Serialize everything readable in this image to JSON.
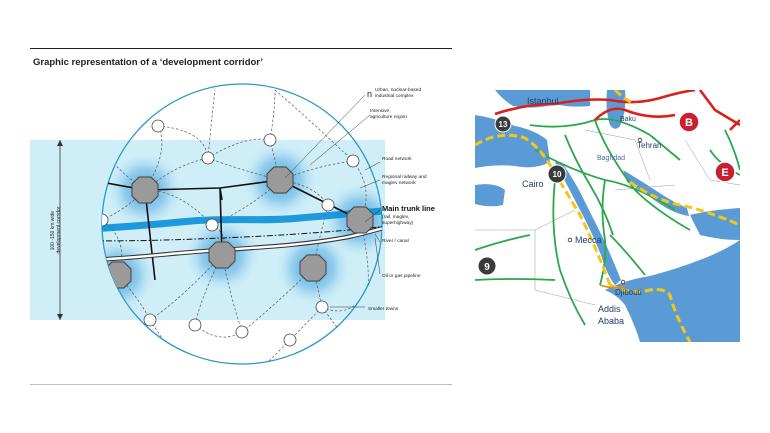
{
  "diagram": {
    "title": "Graphic representation of a ‘development corridor’",
    "axis_label_line1": "100 -150 km wide",
    "axis_label_line2": "development corridor",
    "legend": {
      "nuclear_symbol": "n",
      "nuclear_line1": "Urban, nuclear-based",
      "nuclear_line2": "industrial complex",
      "agri_line1": "Intensive",
      "agri_line2": "agriculture region",
      "road": "Road network",
      "rail_line1": "Regional railway and",
      "rail_line2": "maglev network",
      "trunk": "Main trunk line",
      "trunk_sub1": "(rail, maglev,",
      "trunk_sub2": "superhighway)",
      "river": "River / canal",
      "pipeline": "Oil or gas pipeline",
      "towns": "Smaller towns"
    }
  },
  "map": {
    "cities": {
      "istanbul": "Istanbul",
      "baku": "Baku",
      "tehran": "Tehran",
      "baghdad": "Baghdad",
      "cairo": "Cairo",
      "mecca": "Mecca",
      "djibouti": "Djibouti",
      "addis_line1": "Addis",
      "addis_line2": "Ababa"
    },
    "markers": {
      "m13": "13",
      "m10": "10",
      "m9": "9",
      "mB": "B",
      "mE": "E"
    },
    "colors": {
      "sea": "#5b9bd5",
      "land": "#ffffff",
      "rail_green": "#2aa84a",
      "trunk_red": "#d9201a",
      "corridor_yellow": "#f5c518",
      "marker_dark": "#3b3b3b",
      "marker_red": "#c8202e"
    }
  }
}
